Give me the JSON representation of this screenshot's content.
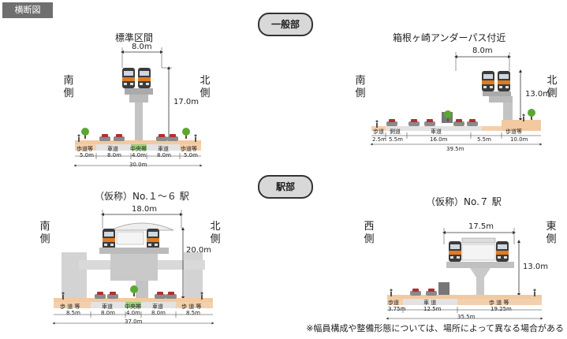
{
  "header": {
    "tag": "横断図"
  },
  "sections": {
    "general": "一般部",
    "station": "駅部"
  },
  "note": "※幅員構成や整備形態については、場所によって異なる場合がある",
  "panels": {
    "p1": {
      "title": "標準区間",
      "top_width": "8.0m",
      "height": "17.0m",
      "side_left": [
        "南",
        "側"
      ],
      "side_right": [
        "北",
        "側"
      ],
      "zones": [
        "歩道等",
        "車道",
        "中央帯",
        "車道",
        "歩道等"
      ],
      "dims": [
        "5.0m",
        "8.0m",
        "4.0m",
        "8.0m",
        "5.0m"
      ],
      "total": "30.0m"
    },
    "p2": {
      "title": "箱根ヶ崎アンダーパス付近",
      "top_width": "8.0m",
      "height": "13.0m",
      "side_left": [
        "南",
        "側"
      ],
      "side_right": [
        "北",
        "側"
      ],
      "zones": [
        "歩道",
        "側道",
        "車道",
        "歩道等"
      ],
      "dims": [
        "2.5m",
        "5.5m",
        "16.0m",
        "5.5m",
        "10.0m"
      ],
      "total": "39.5m"
    },
    "p3": {
      "title": "（仮称）No.１～６ 駅",
      "top_width": "18.0m",
      "height": "20.0m",
      "side_left": [
        "南",
        "側"
      ],
      "side_right": [
        "北",
        "側"
      ],
      "zones": [
        "歩 道 等",
        "車道",
        "中央帯",
        "車道",
        "歩 道 等"
      ],
      "dims": [
        "8.5m",
        "8.0m",
        "4.0m",
        "8.0m",
        "8.5m"
      ],
      "total": "37.0m"
    },
    "p4": {
      "title": "（仮称）No.７ 駅",
      "top_width": "17.5m",
      "height": "13.0m",
      "side_left": [
        "西",
        "側"
      ],
      "side_right": [
        "東",
        "側"
      ],
      "zones": [
        "歩道",
        "車 道",
        "歩 道 等"
      ],
      "dims": [
        "3.75m",
        "12.5m",
        "19.25m"
      ],
      "total": "35.5m"
    }
  }
}
